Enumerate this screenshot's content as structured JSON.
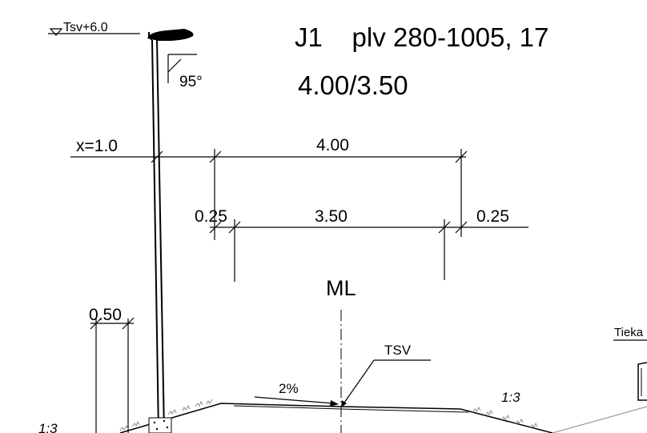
{
  "header": {
    "title_line1": "J1    plv 280-1005, 17",
    "title_line2": "4.00/3.50"
  },
  "lamp": {
    "level_label": "Tsv+6.0",
    "angle_label": "95°"
  },
  "dimensions": {
    "offset_label": "x=1.0",
    "total_width": "4.00",
    "shoulder_left": "0.25",
    "carriageway": "3.50",
    "shoulder_right": "0.25",
    "verge_width": "0.50"
  },
  "labels": {
    "centerline": "ML",
    "tsv": "TSV",
    "crossfall": "2%",
    "slope_right": "1:3",
    "slope_left": "1:3",
    "road_area": "Tieka"
  }
}
